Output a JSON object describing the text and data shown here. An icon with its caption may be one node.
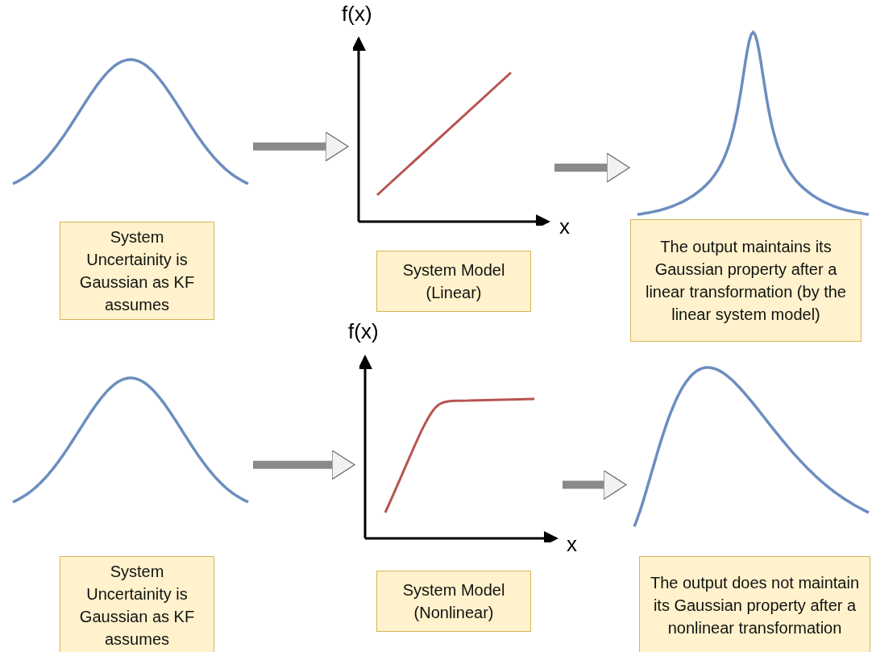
{
  "diagram": {
    "nodes": [
      {
        "text": [],
        "shape": "picture"
      },
      {
        "text": [
          "System Uncertainity is Gaussian as KF assumes"
        ]
      },
      {
        "text": [],
        "shape": "picture"
      },
      {
        "text": [
          "System Model (Linear)"
        ]
      },
      {
        "text": [],
        "shape": "picture"
      },
      {
        "text": [
          "The output maintains its Gaussian property after a linear transformation (by the linear system model)"
        ]
      },
      {
        "text": [],
        "shape": "picture"
      },
      {
        "text": [
          "System Uncertainity is Gaussian as KF assumes"
        ]
      },
      {
        "text": [],
        "shape": "picture"
      },
      {
        "text": [
          "System Model (Nonlinear)"
        ]
      },
      {
        "text": [],
        "shape": "picture"
      },
      {
        "text": [
          "The output does not maintain its Gaussian property after a nonlinear transformation"
        ]
      }
    ],
    "edges": [
      {
        "from": 0,
        "to": 2,
        "arrow": "to"
      },
      {
        "from": 2,
        "to": 4,
        "arrow": "to"
      },
      {
        "from": 6,
        "to": 8,
        "arrow": "to"
      },
      {
        "from": 8,
        "to": 10,
        "arrow": "to"
      }
    ],
    "labels": [
      "f(x)",
      "x",
      "f(x)",
      "x"
    ]
  }
}
